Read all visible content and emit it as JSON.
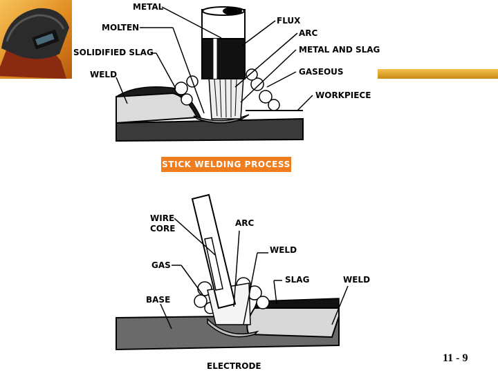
{
  "top_diagram": {
    "labels": {
      "metal": "METAL",
      "molten": "MOLTEN",
      "solidified_slag": "SOLIDIFIED SLAG",
      "weld": "WELD",
      "flux": "FLUX",
      "arc": "ARC",
      "metal_and_slag": "METAL AND SLAG",
      "gaseous": "GASEOUS",
      "workpiece": "WORKPIECE"
    },
    "caption": "STICK WELDING PROCESS"
  },
  "bottom_diagram": {
    "labels": {
      "wire": "WIRE",
      "core": "CORE",
      "arc": "ARC",
      "weld_arrow": "WELD",
      "gas": "GAS",
      "slag": "SLAG",
      "weld": "WELD",
      "base": "BASE",
      "electrode": "ELECTRODE"
    }
  },
  "footer": {
    "page_number": "11 - 9"
  },
  "colors": {
    "accent_orange": "#ef7d1e",
    "header_gold": "#e2a02a"
  }
}
